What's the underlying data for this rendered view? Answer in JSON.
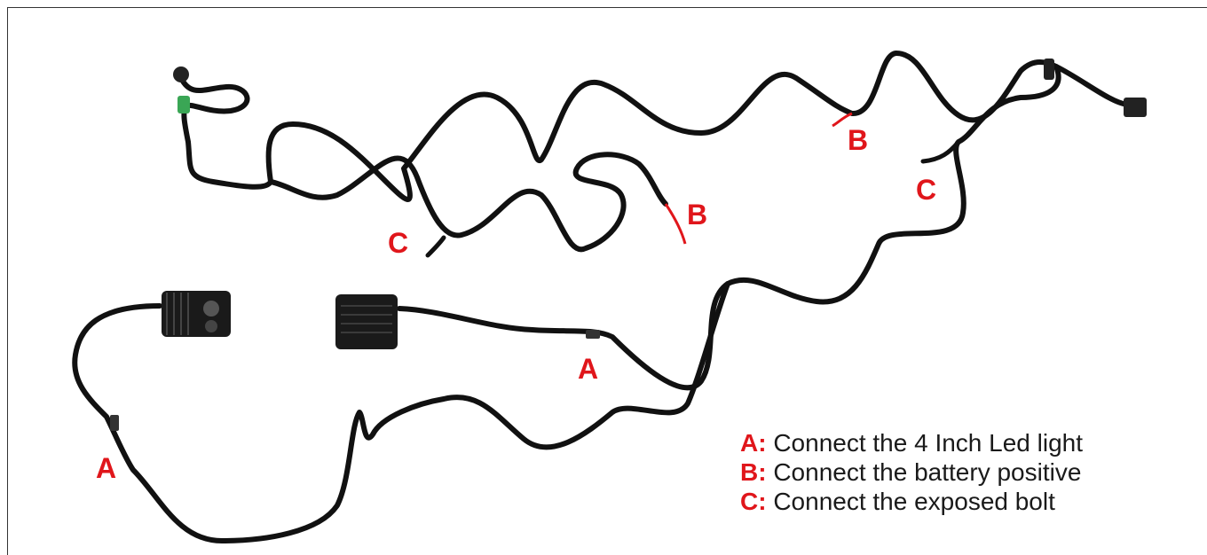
{
  "labels": {
    "a1": "A",
    "a2": "A",
    "b1": "B",
    "b2": "B",
    "c1": "C",
    "c2": "C"
  },
  "legend": [
    {
      "key": "A:",
      "text": " Connect the 4 Inch Led light"
    },
    {
      "key": "B:",
      "text": " Connect the battery positive"
    },
    {
      "key": "C:",
      "text": " Connect the exposed bolt"
    }
  ],
  "colors": {
    "label": "#e0161b",
    "wire": "#111111",
    "positive_wire": "#e0161b",
    "connector_green": "#3aa655"
  }
}
